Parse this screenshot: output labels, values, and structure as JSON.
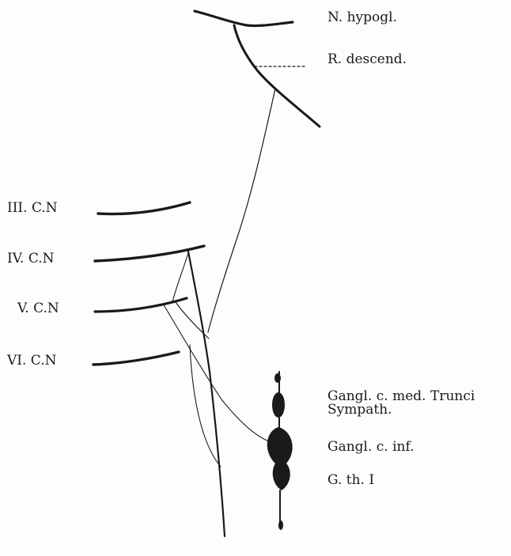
{
  "labels": {
    "hypoglossal": "N. hypogl.",
    "ramus_descendens": "R. descend.",
    "cn3": "III. C.N",
    "cn4": "IV. C.N",
    "cn5": "V. C.N",
    "cn6": "VI. C.N",
    "ganglion_medium_line1": "Gangl. c. med. Trunci",
    "ganglion_medium_line2": "Sympath.",
    "ganglion_inferior": "Gangl. c. inf.",
    "ganglion_thoracic": "G. th. I"
  },
  "colors": {
    "ink": "#1a1a1a",
    "paper": "#fdfdfb"
  }
}
